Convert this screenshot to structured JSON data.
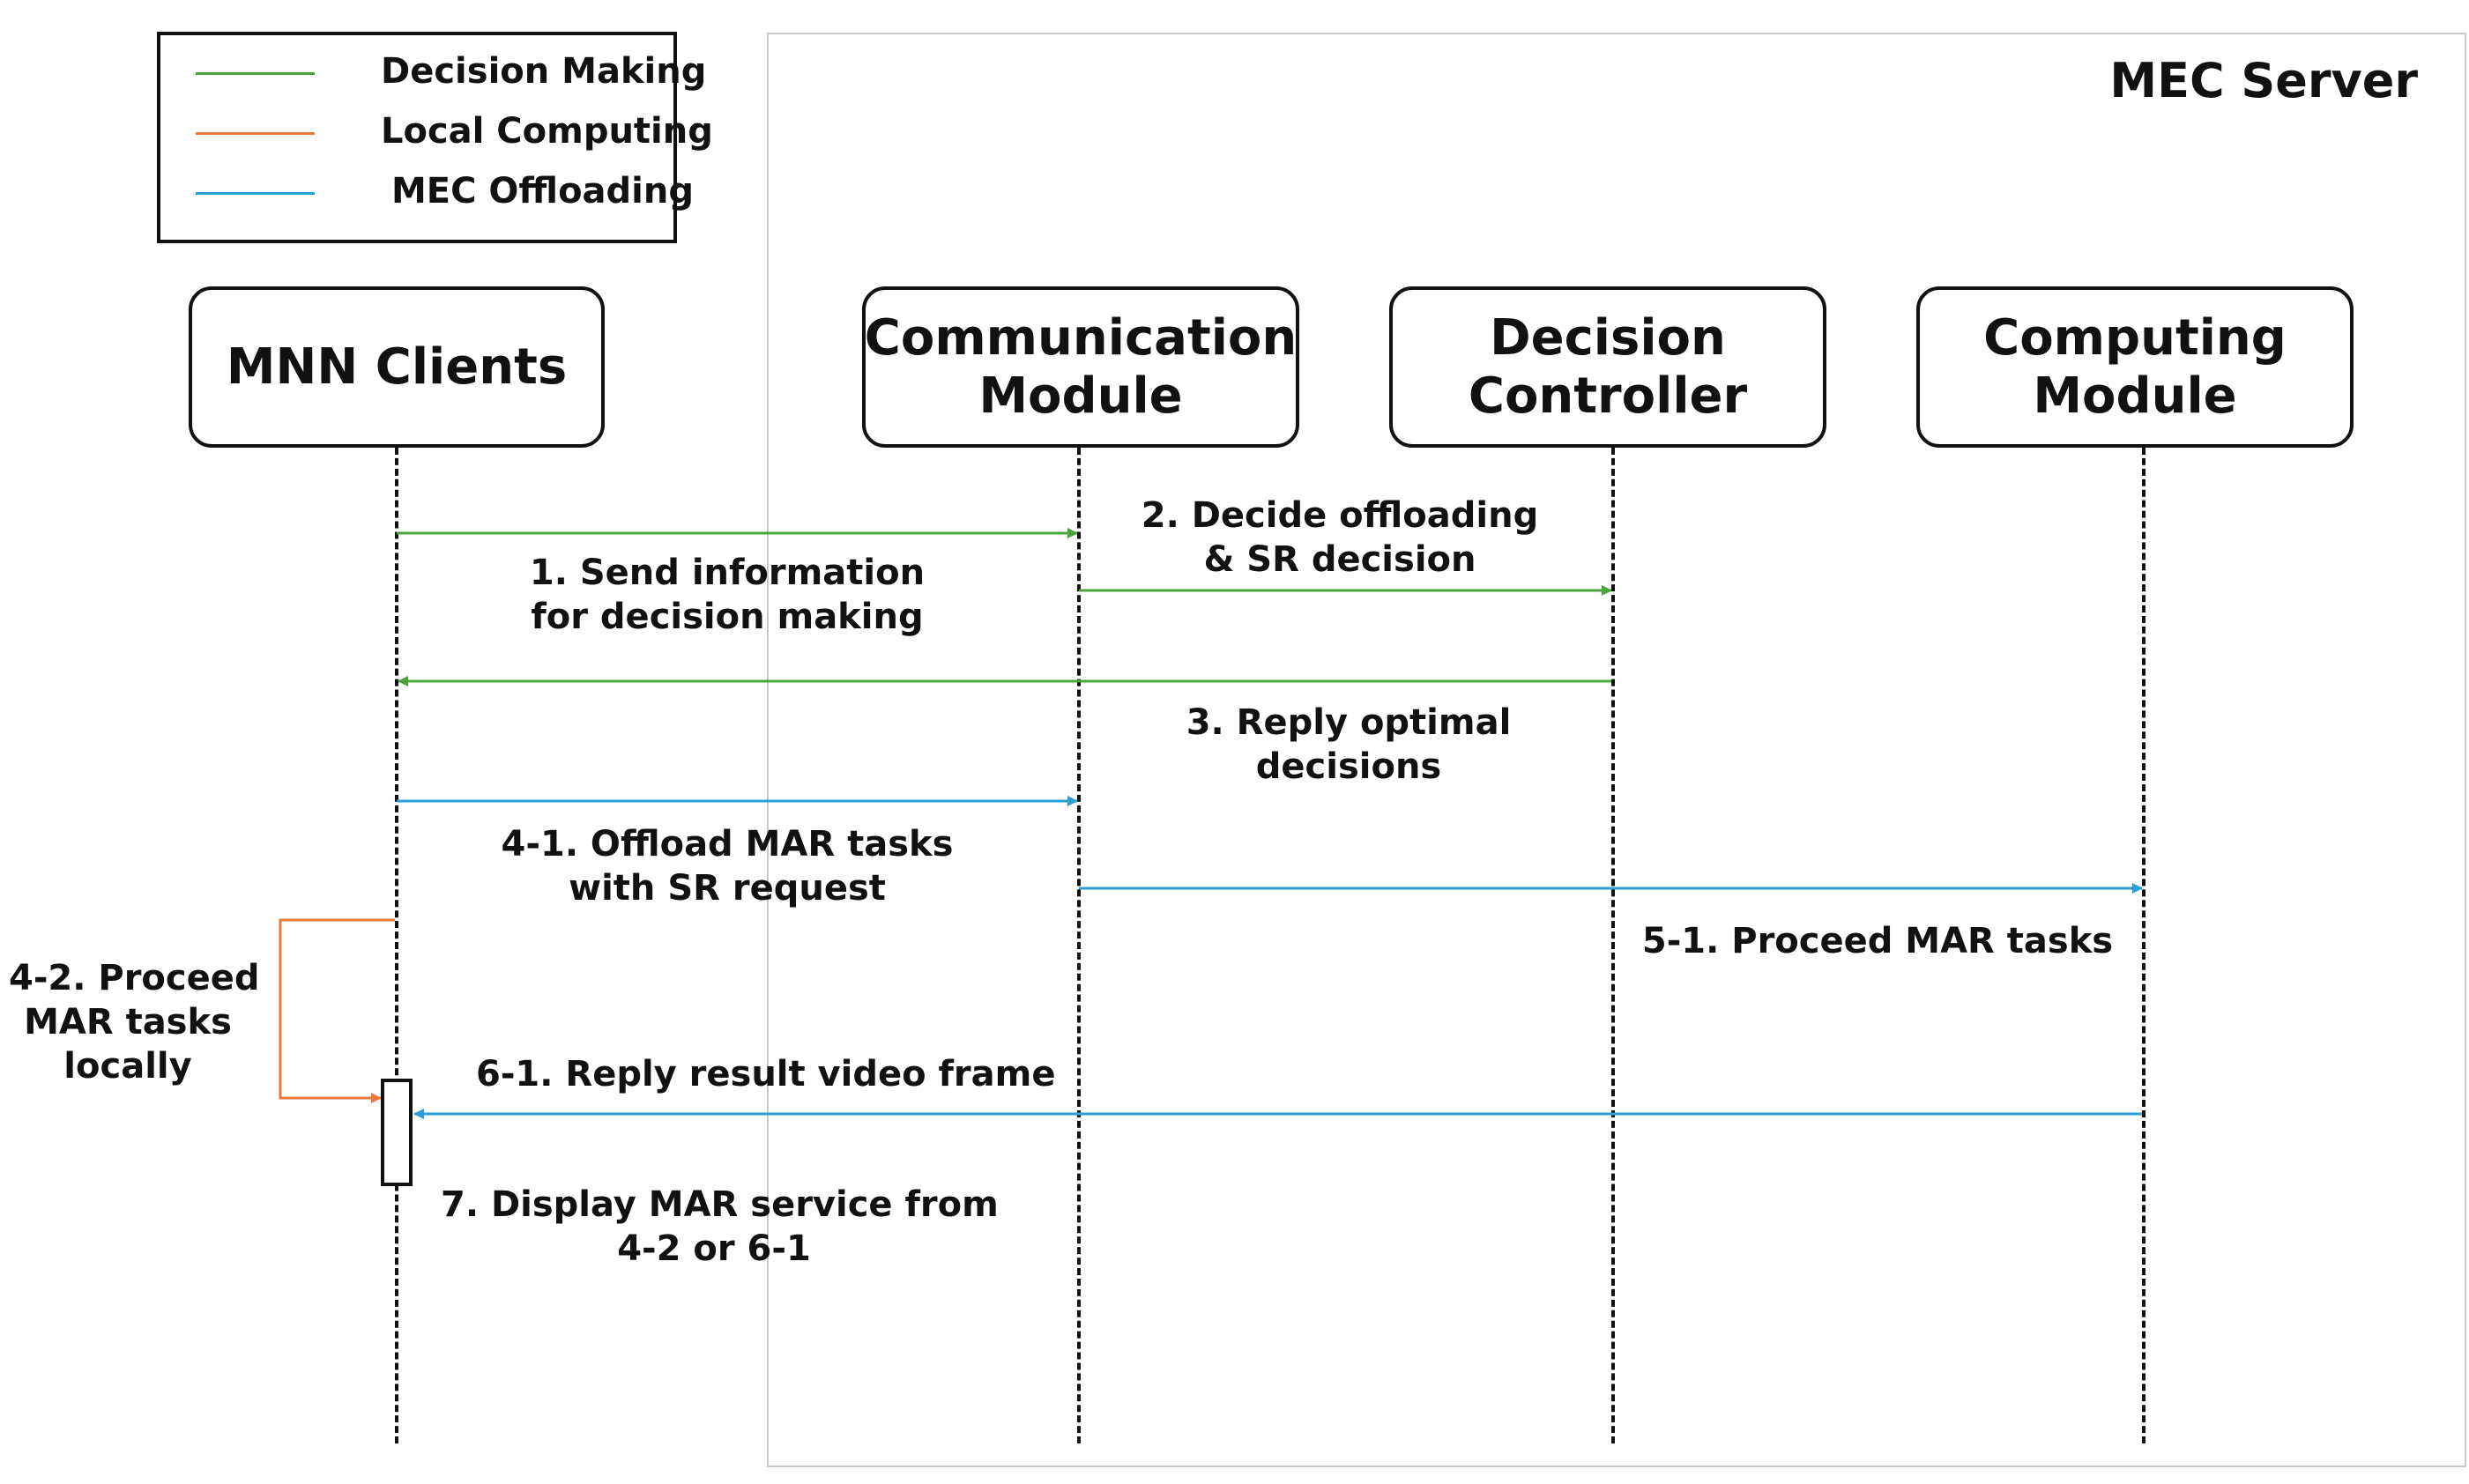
{
  "server": {
    "title": "MEC Server"
  },
  "legend": {
    "items": [
      {
        "label": "Decision Making",
        "color": "#4aa33a"
      },
      {
        "label": "Local Computing",
        "color": "#e8793a"
      },
      {
        "label": "MEC Offloading",
        "color": "#2a9fd6"
      }
    ]
  },
  "actors": {
    "mnn": {
      "label": "MNN Clients"
    },
    "comm": {
      "line1": "Communication",
      "line2": "Module"
    },
    "decision": {
      "line1": "Decision",
      "line2": "Controller"
    },
    "computing": {
      "line1": "Computing",
      "line2": "Module"
    }
  },
  "messages": {
    "m1": {
      "line1": "1. Send information",
      "line2": "for decision making"
    },
    "m2": {
      "line1": "2. Decide offloading",
      "line2": "& SR decision"
    },
    "m3": {
      "line1": "3. Reply optimal",
      "line2": "decisions"
    },
    "m41": {
      "line1": "4-1. Offload MAR tasks",
      "line2": "with SR request"
    },
    "m42": {
      "line1": "4-2. Proceed",
      "line2": "MAR tasks",
      "line3": "locally"
    },
    "m51": {
      "line1": "5-1. Proceed MAR tasks"
    },
    "m61": {
      "line1": "6-1. Reply result video frame"
    },
    "m7": {
      "line1": "7. Display MAR service from",
      "line2": "4-2 or 6-1"
    }
  },
  "colors": {
    "decision": "#4aa33a",
    "local": "#e8793a",
    "offload": "#2a9fd6",
    "ink": "#111111",
    "frame": "#c9c9c9"
  }
}
